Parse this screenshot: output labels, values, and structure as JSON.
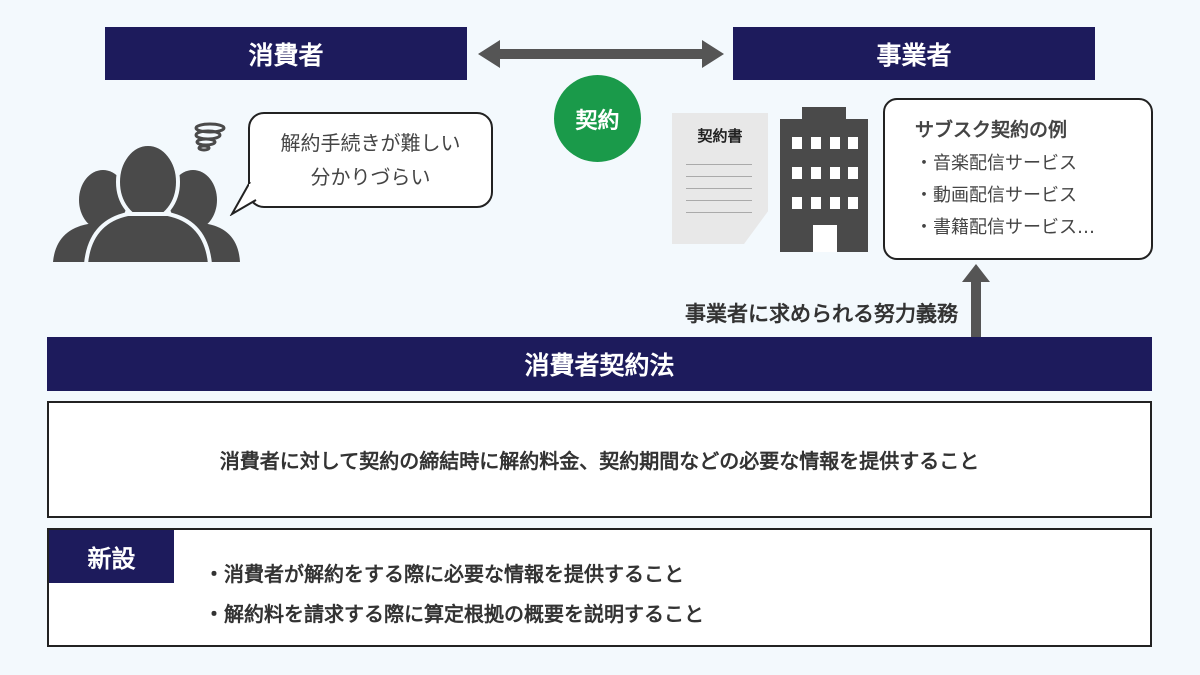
{
  "consumer_label": "消費者",
  "business_label": "事業者",
  "contract_badge": "契約",
  "consumer_bubble": [
    "解約手続きが難しい",
    "分かりづらい"
  ],
  "document_label": "契約書",
  "subscription": {
    "title": "サブスク契約の例",
    "items": [
      "・音楽配信サービス",
      "・動画配信サービス",
      "・書籍配信サービス…"
    ]
  },
  "obligation_text": "事業者に求められる努力義務",
  "law_title": "消費者契約法",
  "existing_rule": "消費者に対して契約の締結時に解約料金、契約期間などの必要な情報を提供すること",
  "new_label": "新設",
  "new_rules": [
    "・消費者が解約をする際に必要な情報を提供すること",
    "・解約料を請求する際に算定根拠の概要を説明すること"
  ],
  "colors": {
    "navy": "#1d1b5c",
    "green": "#1a9a4a",
    "icon": "#4a4a4a"
  }
}
